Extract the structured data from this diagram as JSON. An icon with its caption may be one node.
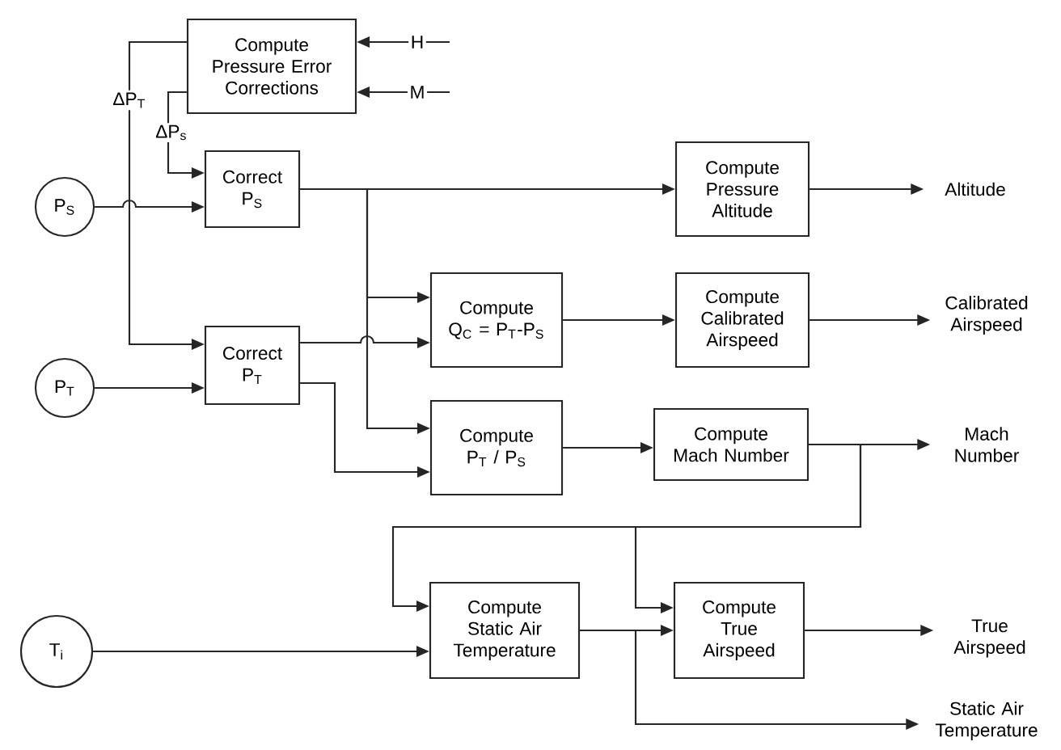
{
  "diagram": {
    "nodes": [
      {
        "text": [
          "Compute Pressure Error Corrections"
        ]
      },
      {
        "text": [
          "P$_{S}$"
        ]
      },
      {
        "text": [
          "Correct P$_{S}$"
        ]
      },
      {
        "text": [
          "Compute Pressure Altitude"
        ]
      },
      {
        "text": [
          "Altitude"
        ]
      },
      {
        "text": [
          "P$_{T}$"
        ]
      },
      {
        "text": [
          "Correct P$_{T}$"
        ]
      },
      {
        "text": [
          "Compute Q$_{C}$ = P$_{T}$-P$_{S}$"
        ]
      },
      {
        "text": [
          "Compute Calibrated Airspeed"
        ]
      },
      {
        "text": [
          "Calibrated Airspeed"
        ]
      },
      {
        "text": [
          "Compute P$_{T}$ / P$_{S}$"
        ]
      },
      {
        "text": [
          "Compute Mach Number"
        ]
      },
      {
        "text": [
          "Mach Number"
        ]
      },
      {
        "text": [
          "T$_{i}$"
        ]
      },
      {
        "text": [
          "Compute Static Air Temperature"
        ]
      },
      {
        "text": [
          "Compute True Airspeed"
        ]
      },
      {
        "text": [
          "True Airspeed"
        ]
      },
      {
        "text": [
          "Static Air Temperature"
        ]
      }
    ],
    "edges": [
      {
        "from": null,
        "to": 0,
        "arrow": "to",
        "label": "H"
      },
      {
        "from": null,
        "to": 0,
        "arrow": "to",
        "label": "M"
      },
      {
        "from": 0,
        "to": 6,
        "arrow": "to",
        "label": "ΔP$_{T}$"
      },
      {
        "from": 0,
        "to": 2,
        "arrow": "to",
        "label": "ΔP$_{s}$"
      },
      {
        "from": 1,
        "to": 2,
        "arrow": "to"
      },
      {
        "from": 2,
        "to": 3,
        "arrow": "to"
      },
      {
        "from": 2,
        "to": 7,
        "arrow": "to"
      },
      {
        "from": 2,
        "to": 10,
        "arrow": "to"
      },
      {
        "from": 6,
        "to": 7,
        "arrow": "to"
      },
      {
        "from": 6,
        "to": 10,
        "arrow": "to"
      },
      {
        "from": 5,
        "to": 6,
        "arrow": "to"
      },
      {
        "from": 3,
        "to": 4,
        "arrow": "to"
      },
      {
        "from": 7,
        "to": 8,
        "arrow": "to"
      },
      {
        "from": 8,
        "to": 9,
        "arrow": "to"
      },
      {
        "from": 10,
        "to": 11,
        "arrow": "to"
      },
      {
        "from": 11,
        "to": 12,
        "arrow": "to"
      },
      {
        "from": 11,
        "to": 14,
        "arrow": "to"
      },
      {
        "from": 11,
        "to": 15,
        "arrow": "to"
      },
      {
        "from": 13,
        "to": 14,
        "arrow": "to"
      },
      {
        "from": 14,
        "to": 15,
        "arrow": "to"
      },
      {
        "from": 14,
        "to": 17,
        "arrow": "to"
      },
      {
        "from": 15,
        "to": 16,
        "arrow": "to"
      }
    ]
  }
}
